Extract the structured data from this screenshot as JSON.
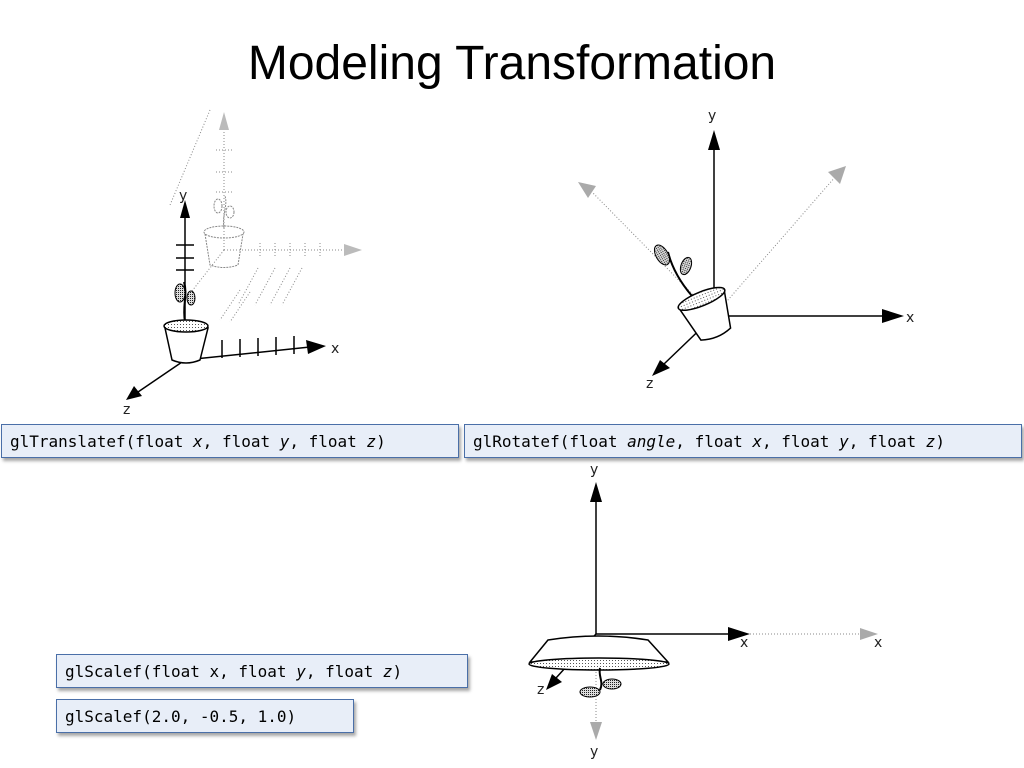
{
  "title": "Modeling Transformation",
  "translate_box": {
    "prefix": "glTranslatef(float ",
    "x": "x",
    "sep1": ", float ",
    "y": "y",
    "sep2": ", float ",
    "z": "z",
    "suffix": ")"
  },
  "rotate_box": {
    "prefix": "glRotatef(float ",
    "angle": "angle",
    "sep0": ", float ",
    "x": "x",
    "sep1": ", float ",
    "y": "y",
    "sep2": ", float ",
    "z": "z",
    "suffix": ")"
  },
  "scale_box": {
    "prefix": "glScalef(float x, float ",
    "y": "y",
    "sep": ", float ",
    "z": "z",
    "suffix": ")"
  },
  "scale_example": "glScalef(2.0, -0.5, 1.0)",
  "axis_labels": {
    "x": "x",
    "y": "y",
    "z": "z"
  }
}
